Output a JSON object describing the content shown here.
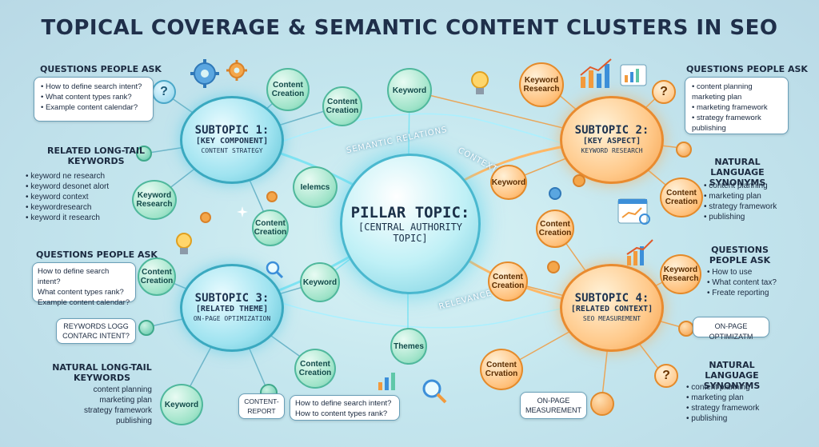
{
  "title": "TOPICAL COVERAGE & SEMANTIC CONTENT CLUSTERS IN SEO",
  "pillar": {
    "heading": "PILLAR TOPIC:",
    "subtitle": "[CENTRAL AUTHORITY TOPIC]"
  },
  "subtopics": [
    {
      "heading": "SUBTOPIC 1:",
      "middle": "[KEY COMPONENT]",
      "small": "CONTENT STRATEGY"
    },
    {
      "heading": "SUBTOPIC 2:",
      "middle": "[KEY ASPECT]",
      "small": "KEYWORD RESEARCH"
    },
    {
      "heading": "SUBTOPIC 3:",
      "middle": "[RELATED THEME]",
      "small": "ON-PAGE OPTIMIZATION"
    },
    {
      "heading": "SUBTOPIC 4:",
      "middle": "[RELATED CONTEXT]",
      "small": "SEO MEASUREMENT"
    }
  ],
  "connector_labels": {
    "semantic": "SEMANTIC RELATIONS",
    "context": "CONTEXT",
    "relevance": "RELEVANCE"
  },
  "nodes": {
    "content_creation": "Content Creation",
    "keyword": "Keyword",
    "keyword_research": "Keyword Research",
    "themes": "Themes",
    "ielemcs": "Ielemcs",
    "content_crvation": "Content Crvation"
  },
  "left_panel": {
    "questions_header": "QUESTIONS PEOPLE ASK",
    "questions": [
      "How to define search intent?",
      "What content types rank?",
      "Example content calendar?"
    ],
    "longtail_header": "RELATED LONG-TAIL KEYWORDS",
    "longtail": [
      "keyword ne research",
      "keyword desonet alort",
      "keyword context",
      "keywordresearch",
      "keyword it research"
    ],
    "questions2_header": "QUESTIONS PEOPLE ASK",
    "questions2": [
      "How to define search intent?",
      "What content types rank?",
      "Example content calendar?"
    ],
    "reywords_bubble": "REYWORDS LOGG CONTARC INTENT?",
    "natural_header": "NATURAL LONG-TAIL KEYWORDS",
    "natural": [
      "content planning",
      "marketing plan",
      "strategy framework",
      "publishing"
    ]
  },
  "right_panel": {
    "questions_header": "QUESTIONS PEOPLE ASK",
    "questions": [
      "content planning marketing plan",
      "marketing framework",
      "strategy framework publishing"
    ],
    "synonyms_header": "NATURAL LANGUAGE SYNONYMS",
    "synonyms": [
      "content planning",
      "marketing plan",
      "strategy framework",
      "publishing"
    ],
    "questions2_header": "QUESTIONS PEOPLE ASK",
    "questions2": [
      "How to use",
      "What content tax?",
      "Freate reporting"
    ],
    "optimization_bubble": "ON-PAGE OPTIMIZATM",
    "synonyms2_header": "NATURAL LANGUAGE SYNONYMS",
    "synonyms2": [
      "content planning",
      "marketing plan",
      "strategy framework",
      "publishing"
    ]
  },
  "bottom": {
    "content_report": "CONTENT- REPORT",
    "questions": [
      "How to define search intent?",
      "How to content types rank?"
    ],
    "measurement": "ON-PAGE MEASUREMENT"
  },
  "question_mark": "?",
  "colors": {
    "teal": "#4fb89c",
    "orange": "#e48a2a",
    "title": "#1f2f4a",
    "pillar_glow": "#78cfe0"
  }
}
